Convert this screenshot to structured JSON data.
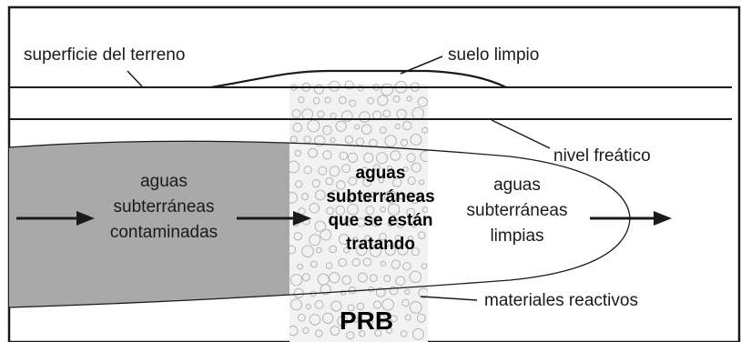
{
  "labels": {
    "ground_surface": "superficie del terreno",
    "clean_soil": "suelo limpio",
    "water_table": "nivel freático",
    "contaminated": [
      "aguas",
      "subterráneas",
      "contaminadas"
    ],
    "treating": [
      "aguas",
      "subterráneas",
      "que se están",
      "tratando"
    ],
    "clean_water": [
      "aguas",
      "subterráneas",
      "limpias"
    ],
    "reactive": "materiales reactivos",
    "prb": "PRB"
  },
  "colors": {
    "plume_fill": "#a9a9a9",
    "barrier_fill": "#f2f2f2",
    "pebble_stroke": "#b4b4b4",
    "line": "#1a1a1a"
  }
}
